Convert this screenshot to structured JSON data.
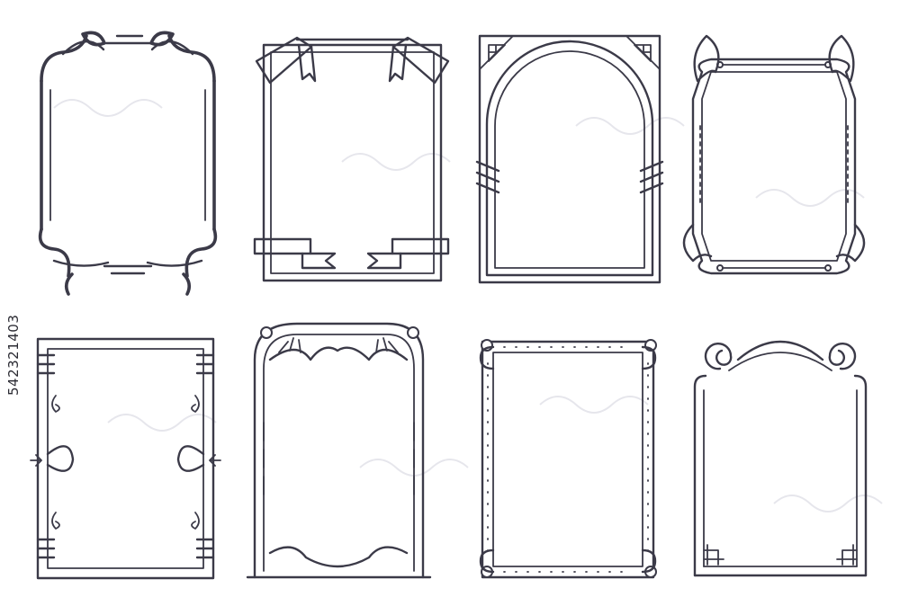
{
  "stock_id": "542321403",
  "colors": {
    "line": "#3b3a48",
    "background": "#ffffff"
  },
  "frames": [
    {
      "style": "art-nouveau-leafy-corners"
    },
    {
      "style": "ribbon-banner"
    },
    {
      "style": "arched-art-deco"
    },
    {
      "style": "pendant-curl-corners"
    },
    {
      "style": "knotted-bar"
    },
    {
      "style": "fan-corner-arch"
    },
    {
      "style": "dotted-border"
    },
    {
      "style": "spiral-scroll"
    }
  ]
}
